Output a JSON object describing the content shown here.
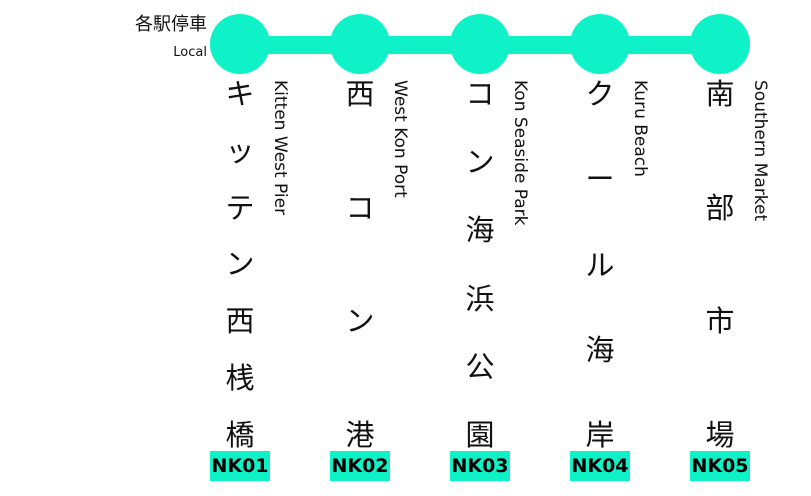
{
  "service": {
    "name_ja": "各駅停車",
    "name_en": "Local"
  },
  "line_color": "#0ff2c8",
  "stations": [
    {
      "name_ja": "キッテン西桟橋",
      "name_en": "Kitten West Pier",
      "code": "NK01"
    },
    {
      "name_ja": "西コン港",
      "name_en": "West Kon Port",
      "code": "NK02"
    },
    {
      "name_ja": "コン海浜公園",
      "name_en": "Kon Seaside Park",
      "code": "NK03"
    },
    {
      "name_ja": "クール海岸",
      "name_en": "Kuru Beach",
      "code": "NK04"
    },
    {
      "name_ja": "南部市場",
      "name_en": "Southern Market",
      "code": "NK05"
    }
  ]
}
